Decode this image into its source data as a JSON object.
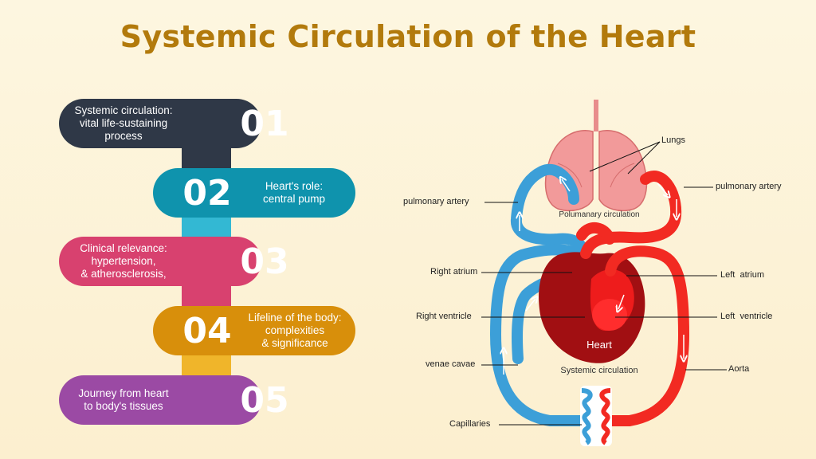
{
  "title": "Systemic Circulation of the Heart",
  "colors": {
    "title": "#b27a0c",
    "step1": "#2f3847",
    "step2": "#0f93ad",
    "step3": "#d8416f",
    "step4": "#d88f0b",
    "step5": "#9b4aa4",
    "oxygenated": "#f22a22",
    "deoxygenated": "#3c9fd8"
  },
  "steps": [
    {
      "number": "01",
      "lines": [
        "Systemic circulation:",
        "vital life-sustaining",
        "process"
      ]
    },
    {
      "number": "02",
      "lines": [
        "Heart's role:",
        "central pump"
      ]
    },
    {
      "number": "03",
      "lines": [
        "Clinical relevance:",
        "hypertension,",
        "& atherosclerosis,"
      ]
    },
    {
      "number": "04",
      "lines": [
        "Lifeline of the body:",
        "complexities",
        "& significance"
      ]
    },
    {
      "number": "05",
      "lines": [
        "Journey from heart",
        "to body's tissues"
      ]
    }
  ],
  "diagram": {
    "heart_label": "Heart",
    "pulmonary_circulation": "Polumanary circulation",
    "systemic_circulation": "Systemic circulation",
    "labels": {
      "lungs": "Lungs",
      "pulmonary_artery_right": "pulmonary artery",
      "pulmonary_artery_left": "pulmonary artery",
      "right_atrium": "Right atrium",
      "left_atrium": "Left  atrium",
      "right_ventricle": "Right ventricle",
      "left_ventricle": "Left  ventricle",
      "venae_cavae": "venae cavae",
      "aorta": "Aorta",
      "capillaries": "Capillaries"
    }
  }
}
